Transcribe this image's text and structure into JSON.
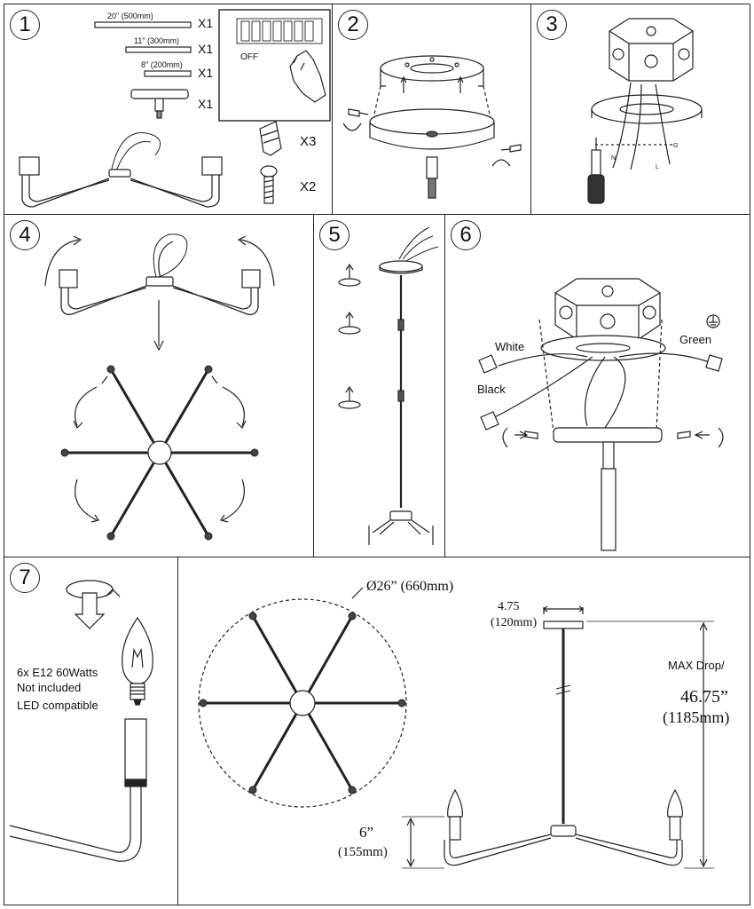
{
  "steps": {
    "s1": "1",
    "s2": "2",
    "s3": "3",
    "s4": "4",
    "s5": "5",
    "s6": "6",
    "s7": "7"
  },
  "parts": {
    "rod_20": "20\" (500mm)",
    "rod_11": "11\" (300mm)",
    "rod_8": "8\" (200mm)",
    "qty_rod_20": "X1",
    "qty_rod_11": "X1",
    "qty_rod_8": "X1",
    "qty_canopy_rod": "X1",
    "qty_wire_nut": "X3",
    "qty_screw": "X2",
    "breaker_off": "OFF"
  },
  "step3": {
    "wire_n": "N",
    "wire_l": "L",
    "wire_g": "G"
  },
  "step6": {
    "white": "White",
    "green": "Green",
    "black": "Black"
  },
  "step7": {
    "bulb_spec": "6x E12 60Watts",
    "not_included": "Not included",
    "led": "LED compatible"
  },
  "dimensions": {
    "diameter": "Ø26” (660mm)",
    "canopy_width": "4.75",
    "canopy_width_mm": "(120mm)",
    "max_drop_label": "MAX Drop/",
    "max_drop": "46.75”",
    "max_drop_mm": "(1185mm)",
    "arm_height": "6”",
    "arm_height_mm": "(155mm)"
  }
}
